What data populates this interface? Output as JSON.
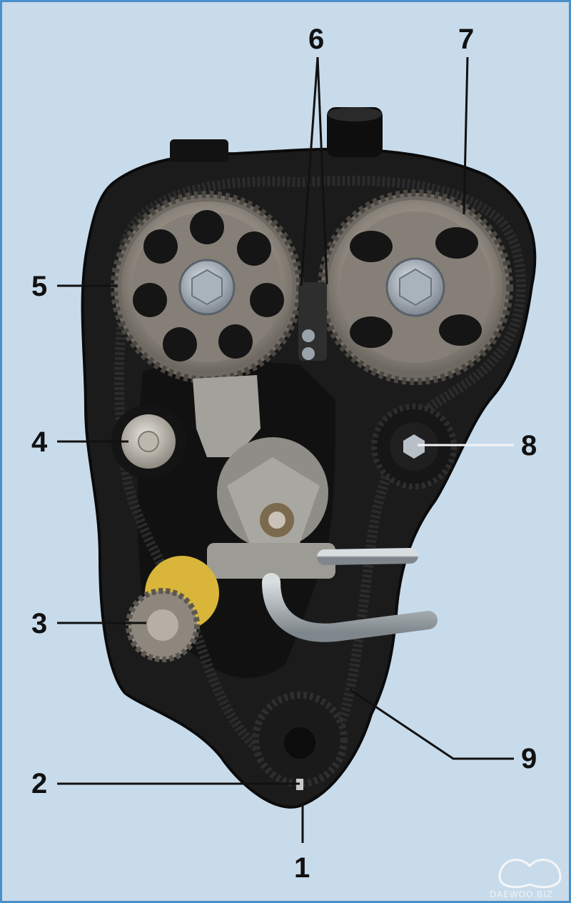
{
  "callouts": [
    {
      "id": "1",
      "label": "1"
    },
    {
      "id": "2",
      "label": "2"
    },
    {
      "id": "3",
      "label": "3"
    },
    {
      "id": "4",
      "label": "4"
    },
    {
      "id": "5",
      "label": "5"
    },
    {
      "id": "6",
      "label": "6"
    },
    {
      "id": "7",
      "label": "7"
    },
    {
      "id": "8",
      "label": "8"
    },
    {
      "id": "9",
      "label": "9"
    }
  ],
  "watermark": {
    "text": "DAEWOO.BIZ"
  },
  "colors": {
    "background": "#c8dbeb",
    "frame": "#4a90c9",
    "cover": "#1b1b1b",
    "pulley": "#8c8780",
    "accent_yellow": "#d9b53a"
  }
}
